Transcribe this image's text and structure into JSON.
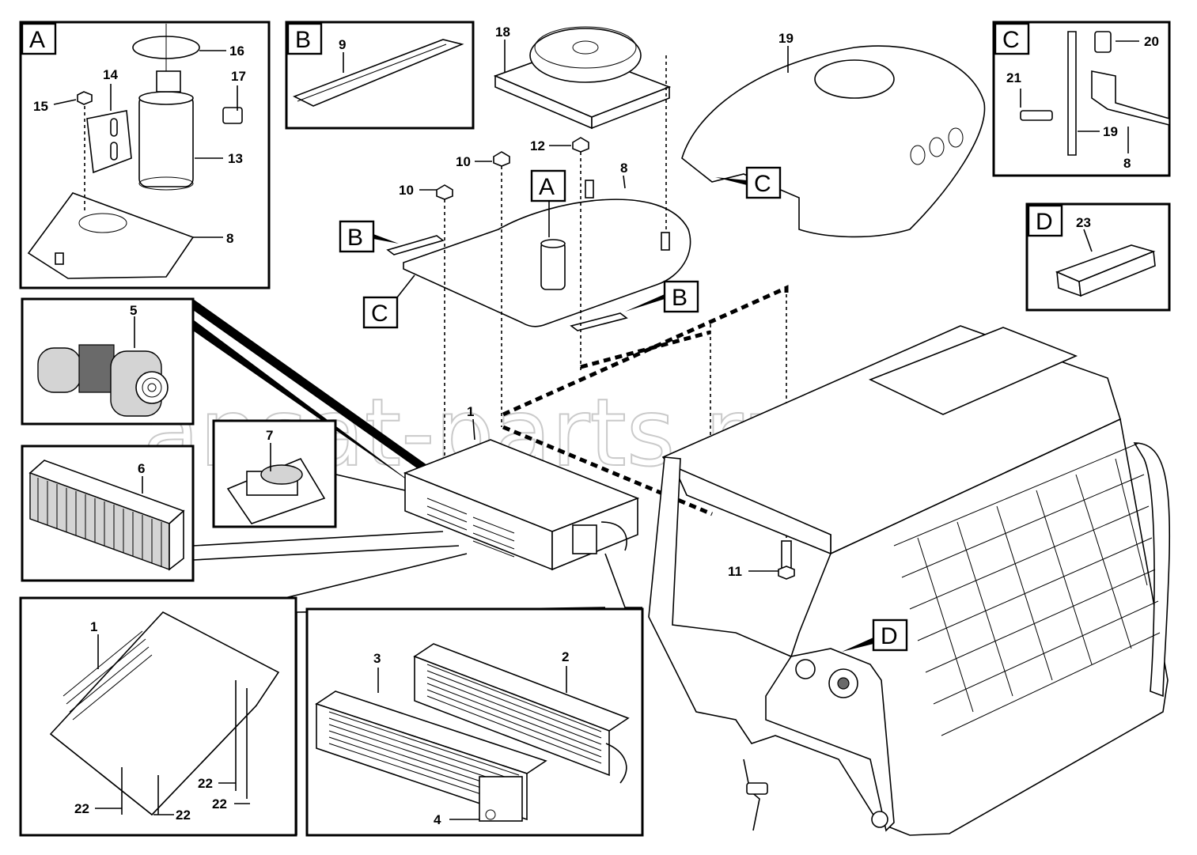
{
  "watermark": "ansat-parts.ru",
  "detail_boxes": {
    "A": {
      "letter": "A",
      "callouts": [
        "16",
        "14",
        "17",
        "15",
        "13",
        "8"
      ]
    },
    "B": {
      "letter": "B",
      "callouts": [
        "9"
      ]
    },
    "C": {
      "letter": "C",
      "callouts": [
        "20",
        "21",
        "19",
        "8"
      ]
    },
    "D": {
      "letter": "D",
      "callouts": [
        "23"
      ]
    }
  },
  "inset_labels": {
    "blower": "5",
    "filter": "6",
    "resistor": "7",
    "unit_open": "1",
    "hoses": [
      "22",
      "22",
      "22",
      "22"
    ],
    "core_left": "3",
    "core_right": "2",
    "valve": "4"
  },
  "main_labels": {
    "fan": "18",
    "roof": "19",
    "nut_12": "12",
    "nut_10a": "10",
    "nut_10b": "10",
    "plate": "8",
    "unit": "1",
    "bolt": "11"
  },
  "main_tags": {
    "A": "A",
    "B_left": "B",
    "B_right": "B",
    "C_plate": "C",
    "C_roof": "C",
    "D_cab": "D"
  }
}
